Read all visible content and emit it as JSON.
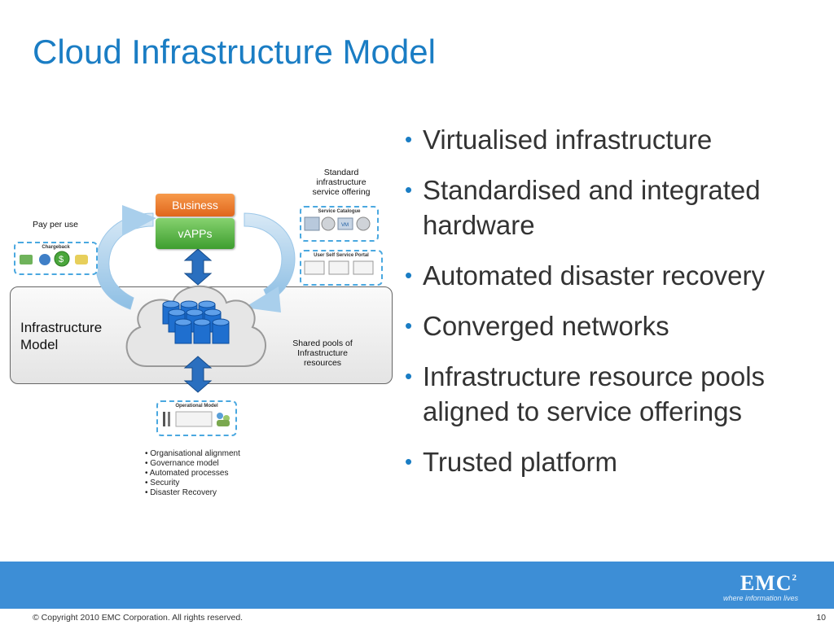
{
  "slide": {
    "title": "Cloud Infrastructure Model",
    "page_number": "10"
  },
  "bullets": [
    "Virtualised infrastructure",
    "Standardised and integrated hardware",
    "Automated disaster recovery",
    "Converged networks",
    "Infrastructure resource pools aligned to service offerings",
    "Trusted platform"
  ],
  "diagram": {
    "business_label": "Business",
    "vapps_label": "vAPPs",
    "pay_per_use": "Pay per use",
    "chargeback_label": "Chargeback",
    "standard_offering": "Standard infrastructure service offering",
    "service_catalogue_label": "Service Catalogue",
    "vm_label": "VM",
    "self_service_label": "User Self Service Portal",
    "infrastructure_model": "Infrastructure Model",
    "shared_pools": "Shared pools of Infrastructure resources",
    "operational_model_label": "Operational Model",
    "operational_items": [
      "Organisational alignment",
      "Governance model",
      "Automated processes",
      "Security",
      "Disaster Recovery"
    ]
  },
  "footer": {
    "brand": "EMC",
    "brand_superscript": "2",
    "tagline": "where information lives",
    "copyright": "© Copyright 2010 EMC Corporation. All rights reserved."
  },
  "colors": {
    "title": "#1a7dc4",
    "footer_band": "#3d8ed6",
    "business": "#e0661c",
    "vapps": "#3e9e2f",
    "storage": "#1f6fcf"
  },
  "icons": [
    "money-bag-icon",
    "dollar-coin-icon",
    "disc-icon",
    "tools-icon",
    "people-icon",
    "storage-cylinder-icon",
    "cloud-icon"
  ]
}
